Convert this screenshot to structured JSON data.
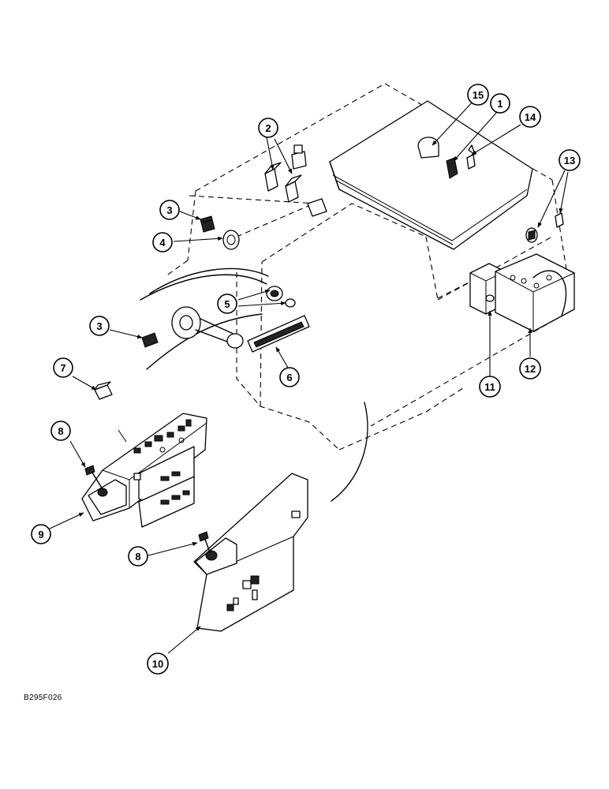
{
  "figure_code": "B295F026",
  "callouts": [
    "1",
    "2",
    "3",
    "4",
    "5",
    "6",
    "7",
    "8",
    "9",
    "10",
    "11",
    "12",
    "13",
    "14",
    "15"
  ]
}
